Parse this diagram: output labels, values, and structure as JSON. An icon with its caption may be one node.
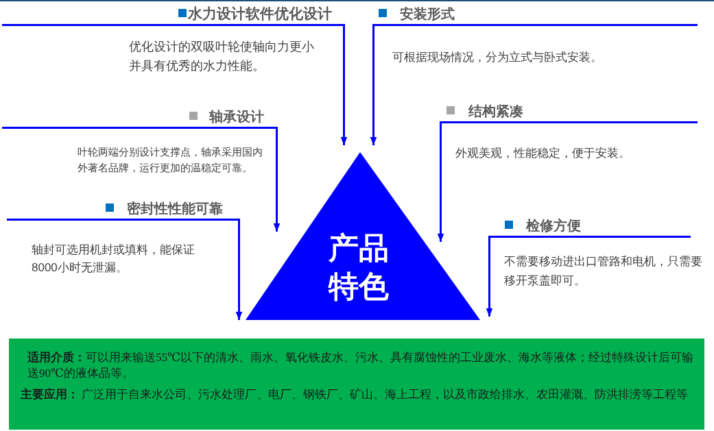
{
  "diagram": {
    "nodes": [
      {
        "text": [
          "产品特色"
        ]
      },
      {
        "text": [
          "水力设计软件优化设计",
          "优化设计的双吸叶轮使轴向力更小并具有优秀的水力性能。"
        ]
      },
      {
        "text": [
          "安装形式",
          "可根据现场情况，分为立式与卧式安装。"
        ]
      },
      {
        "text": [
          "轴承设计",
          "叶轮两端分别设计支撑点，轴承采用国内外著名品牌，运行更加的温稳定可靠。"
        ]
      },
      {
        "text": [
          "结构紧凑",
          "外观美观，性能稳定，便于安装。"
        ]
      },
      {
        "text": [
          "密封性性能可靠",
          "轴封可选用机封或填料，能保证8000小时无泄漏。"
        ]
      },
      {
        "text": [
          "检修方便",
          "不需要移动进出口管路和电机，只需要移开泵盖即可。"
        ]
      },
      {
        "text": [
          "**适用介质：**可以用来输送55℃以下的清水、雨水、氧化铁皮水、污水、具有腐蚀性的工业废水、海水等液体；经过特殊设计后可输送90℃的液体品等。",
          "**主要应用：** 广泛用于自来水公司、污水处理厂、电厂、钢铁厂、矿山、海上工程，以及市政给排水、农田灌溉、防洪排涝等工程等"
        ]
      }
    ],
    "edges": [
      {
        "from": 1,
        "to": 0,
        "arrow": "to"
      },
      {
        "from": 2,
        "to": 0,
        "arrow": "to"
      },
      {
        "from": 3,
        "to": 0,
        "arrow": "to"
      },
      {
        "from": 4,
        "to": 0,
        "arrow": "to"
      },
      {
        "from": 5,
        "to": 0,
        "arrow": "to"
      },
      {
        "from": 6,
        "to": 0,
        "arrow": "to"
      }
    ]
  }
}
